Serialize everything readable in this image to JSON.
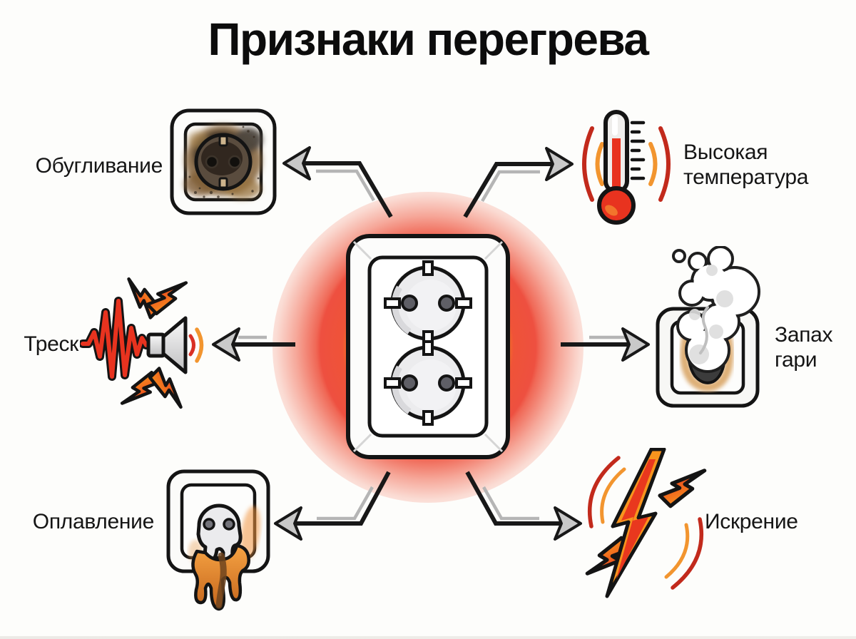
{
  "title": "Признаки перегрева",
  "center": {
    "icon": "overheated-double-socket-icon"
  },
  "signs": [
    {
      "label": "Обугливание",
      "icon": "charred-socket-icon",
      "position": "top-left"
    },
    {
      "label": "Высокая температура",
      "icon": "thermometer-icon",
      "position": "top-right"
    },
    {
      "label": "Треск",
      "icon": "speaker-crackle-icon",
      "position": "middle-left"
    },
    {
      "label": "Запах гари",
      "icon": "smoking-socket-icon",
      "position": "middle-right"
    },
    {
      "label": "Оплавление",
      "icon": "melted-socket-icon",
      "position": "bottom-left"
    },
    {
      "label": "Искрение",
      "icon": "sparks-lightning-icon",
      "position": "bottom-right"
    }
  ],
  "colors": {
    "background": "#fdfdfb",
    "outline": "#141414",
    "glow_core": "#f2662c",
    "glow_ring": "#ee5040",
    "accent_red": "#e8331f",
    "accent_orange": "#f7941d",
    "arrow_gray": "#b5b5b5",
    "arrowhead_fill": "#c9c9c9"
  }
}
